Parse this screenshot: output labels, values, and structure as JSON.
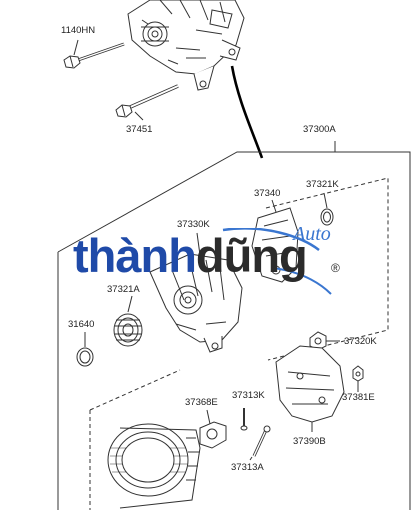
{
  "labels": {
    "p1140HN": "1140HN",
    "p37451": "37451",
    "p37300A": "37300A",
    "p37340": "37340",
    "p37321K": "37321K",
    "p37330K": "37330K",
    "p37321A": "37321A",
    "p31640": "31640",
    "p37320K": "37320K",
    "p37368E": "37368E",
    "p37313K": "37313K",
    "p37381E": "37381E",
    "p37390B": "37390B",
    "p37313A": "37313A"
  },
  "watermark": {
    "part1": "thành",
    "part2": "dũng",
    "sub": "Auto",
    "reg": "®"
  },
  "colors": {
    "line": "#333333",
    "brand_blue": "#1f4aa8",
    "brand_dark": "#2b2b2b",
    "accent_blue": "#3a76d0"
  }
}
